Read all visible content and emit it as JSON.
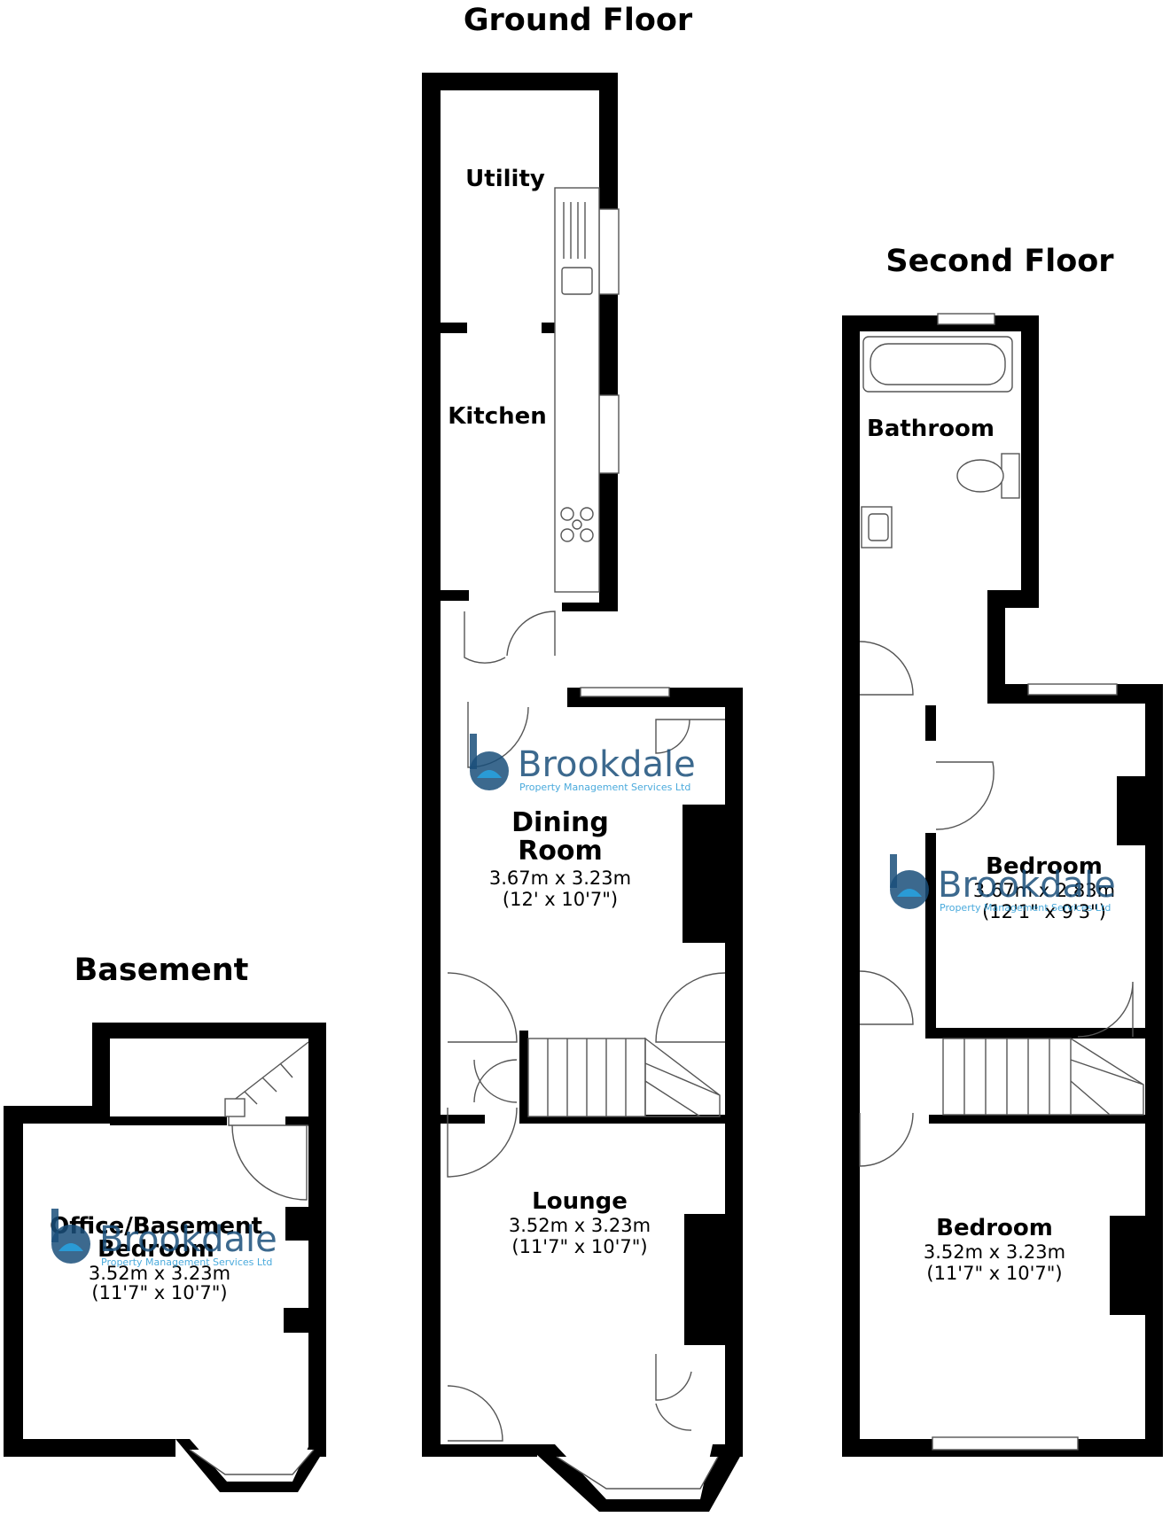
{
  "floors": {
    "basement": {
      "title": "Basement",
      "room": {
        "name_line1": "Office/Basement",
        "name_line2": "Bedroom",
        "metric": "3.52m x 3.23m",
        "imperial": "(11'7\" x 10'7\")"
      }
    },
    "ground": {
      "title": "Ground Floor",
      "utility": "Utility",
      "kitchen": "Kitchen",
      "dining": {
        "name_line1": "Dining",
        "name_line2": "Room",
        "metric": "3.67m x 3.23m",
        "imperial": "(12' x 10'7\")"
      },
      "lounge": {
        "name": "Lounge",
        "metric": "3.52m x 3.23m",
        "imperial": "(11'7\" x 10'7\")"
      }
    },
    "second": {
      "title": "Second Floor",
      "bathroom": "Bathroom",
      "bedroom_rear": {
        "name": "Bedroom",
        "metric": "3.67m x 2.83m",
        "imperial": "(12'1\" x 9'3\")"
      },
      "bedroom_front": {
        "name": "Bedroom",
        "metric": "3.52m x 3.23m",
        "imperial": "(11'7\" x 10'7\")"
      }
    }
  },
  "watermark": {
    "brand": "Brookdale",
    "tagline": "Property Management Services Ltd"
  },
  "colors": {
    "wall": "#000000",
    "brand_dark": "#1a4f7a",
    "brand_light": "#2a9bd6"
  }
}
